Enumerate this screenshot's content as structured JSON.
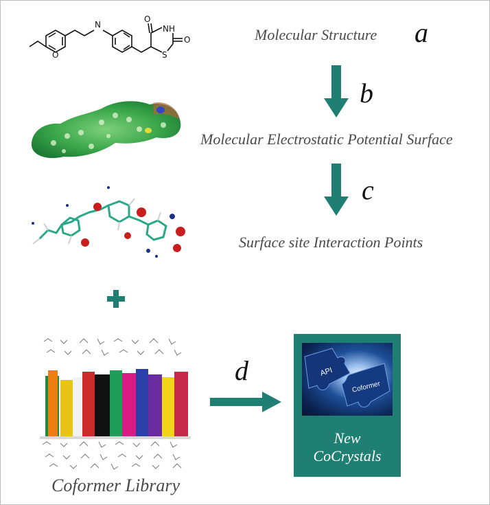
{
  "labels": {
    "molecular_structure": "Molecular Structure",
    "mep_surface": "Molecular Electrostatic Potential Surface",
    "ssip": "Surface site Interaction Points",
    "coformer_library": "Coformer Library",
    "new": "New",
    "cocrystals": "CoCrystals"
  },
  "steps": {
    "a": "a",
    "b": "b",
    "c": "c",
    "d": "d"
  },
  "molecule_atoms": {
    "o": "O",
    "n": "N",
    "nh": "NH",
    "o2": "O",
    "s": "S",
    "o3": "O"
  },
  "puzzle": {
    "api": "API",
    "coformer": "Coformer"
  },
  "colors": {
    "arrow": "#1f7f72",
    "box": "#1f7f72",
    "label_text": "#4a4a4a"
  }
}
